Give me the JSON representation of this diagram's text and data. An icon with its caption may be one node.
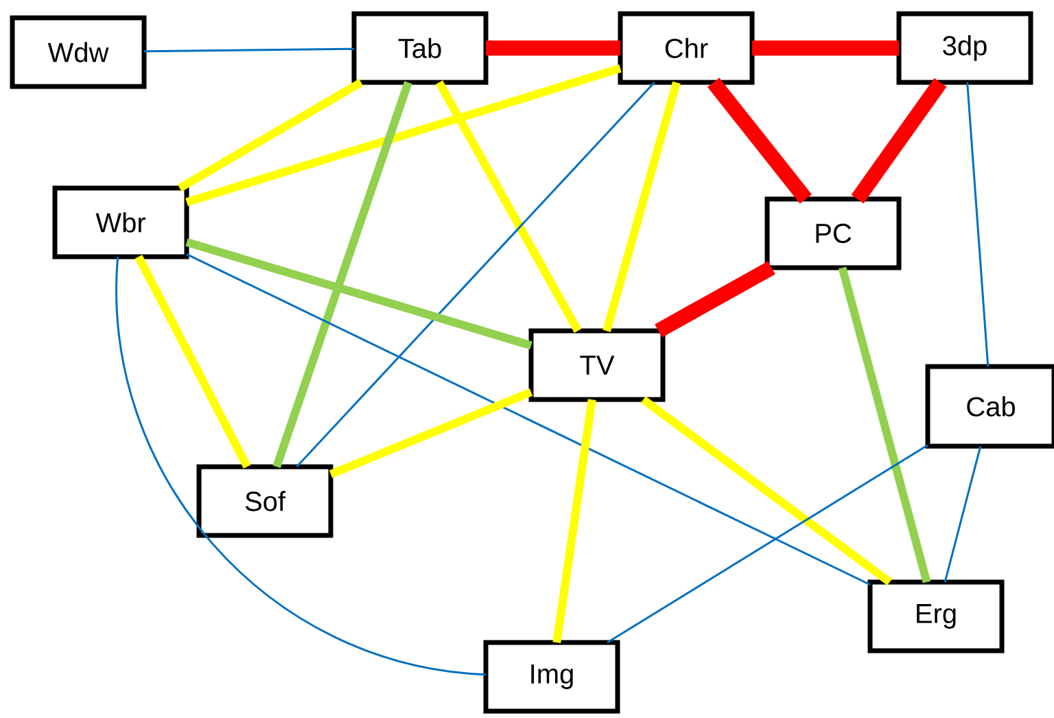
{
  "diagram": {
    "nodes": [
      {
        "text": [
          "Wdw"
        ]
      },
      {
        "text": [
          "Tab"
        ]
      },
      {
        "text": [
          "Chr"
        ]
      },
      {
        "text": [
          "3dp"
        ]
      },
      {
        "text": [
          "Wbr"
        ]
      },
      {
        "text": [
          "PC"
        ]
      },
      {
        "text": [
          "TV"
        ]
      },
      {
        "text": [
          "Cab"
        ]
      },
      {
        "text": [
          "Sof"
        ]
      },
      {
        "text": [
          "Erg"
        ]
      },
      {
        "text": [
          "Img"
        ]
      }
    ],
    "edges": [
      {
        "from": 0,
        "to": 1,
        "arrow": "none",
        "color": "#0070c0"
      },
      {
        "from": 1,
        "to": 2,
        "arrow": "none",
        "style": "thick",
        "color": "#ff0000"
      },
      {
        "from": 2,
        "to": 3,
        "arrow": "none",
        "style": "thick",
        "color": "#ff0000"
      },
      {
        "from": 1,
        "to": 4,
        "arrow": "none",
        "color": "#ffff00"
      },
      {
        "from": 2,
        "to": 4,
        "arrow": "none",
        "color": "#ffff00"
      },
      {
        "from": 1,
        "to": 8,
        "arrow": "none",
        "color": "#92d050"
      },
      {
        "from": 1,
        "to": 6,
        "arrow": "none",
        "color": "#ffff00"
      },
      {
        "from": 2,
        "to": 6,
        "arrow": "none",
        "color": "#ffff00"
      },
      {
        "from": 2,
        "to": 8,
        "arrow": "none",
        "color": "#0070c0"
      },
      {
        "from": 2,
        "to": 5,
        "arrow": "none",
        "style": "thick",
        "color": "#ff0000"
      },
      {
        "from": 3,
        "to": 5,
        "arrow": "none",
        "style": "thick",
        "color": "#ff0000"
      },
      {
        "from": 3,
        "to": 7,
        "arrow": "none",
        "color": "#0070c0"
      },
      {
        "from": 4,
        "to": 6,
        "arrow": "none",
        "color": "#92d050"
      },
      {
        "from": 4,
        "to": 8,
        "arrow": "none",
        "color": "#ffff00"
      },
      {
        "from": 4,
        "to": 9,
        "arrow": "none",
        "color": "#0070c0"
      },
      {
        "from": 4,
        "to": 10,
        "arrow": "none",
        "color": "#0070c0"
      },
      {
        "from": 5,
        "to": 6,
        "arrow": "none",
        "style": "thick",
        "color": "#ff0000"
      },
      {
        "from": 5,
        "to": 9,
        "arrow": "none",
        "color": "#92d050"
      },
      {
        "from": 6,
        "to": 8,
        "arrow": "none",
        "color": "#ffff00"
      },
      {
        "from": 6,
        "to": 10,
        "arrow": "none",
        "color": "#ffff00"
      },
      {
        "from": 6,
        "to": 9,
        "arrow": "none",
        "color": "#ffff00"
      },
      {
        "from": 7,
        "to": 9,
        "arrow": "none",
        "color": "#0070c0"
      },
      {
        "from": 7,
        "to": 10,
        "arrow": "none",
        "color": "#0070c0"
      }
    ]
  }
}
